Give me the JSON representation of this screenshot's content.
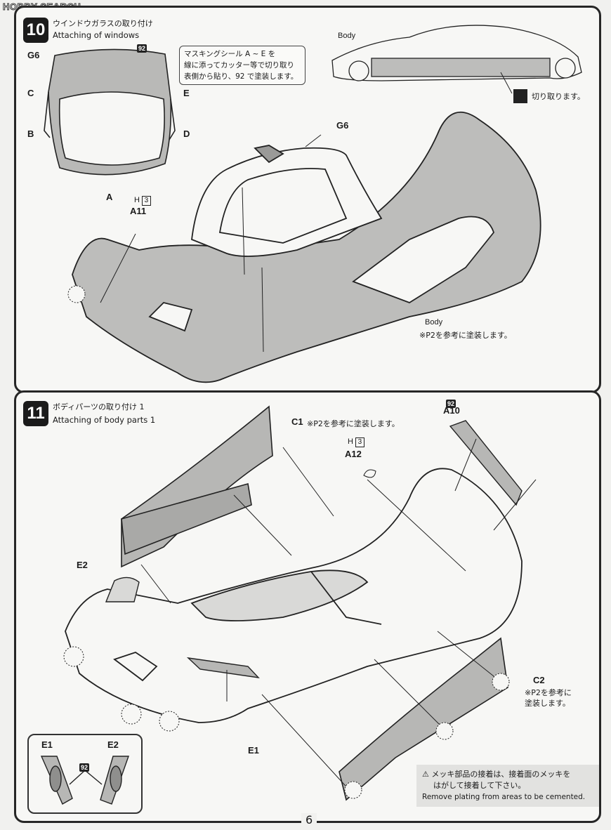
{
  "watermark": "HOBBY SEARCH",
  "page_number": "6",
  "step10": {
    "number": "10",
    "title_jp": "ウインドウガラスの取り付け",
    "title_en": "Attaching of windows",
    "glass_part": "G6",
    "glass_badge": "92",
    "mask_letters": [
      "A",
      "B",
      "C",
      "D",
      "E"
    ],
    "masking_note": [
      "マスキングシール A ~ E を",
      "線に添ってカッター等で切り取り",
      "表側から貼り、92 で塗装します。"
    ],
    "body_label": "Body",
    "cut_note": "切り取ります。",
    "h_label": "H",
    "h_num": "3",
    "a11": "A11",
    "g6_label": "G6",
    "body_label2": "Body",
    "paint_note": "※P2を参考に塗装します。"
  },
  "step11": {
    "number": "11",
    "title_jp": "ボディパーツの取り付け 1",
    "title_en": "Attaching of body parts 1",
    "c1": "C1",
    "c1_note": "※P2を参考に塗装します。",
    "a10_badge": "92",
    "a10": "A10",
    "h_label": "H",
    "h_num": "3",
    "a12": "A12",
    "e2": "E2",
    "e1": "E1",
    "c2": "C2",
    "c2_note": [
      "※P2を参考に",
      "塗装します。"
    ],
    "inset_e1": "E1",
    "inset_e2": "E2",
    "inset_badge": "92",
    "warning": [
      "メッキ部品の接着は、接着面のメッキを",
      "はがして接着して下さい。",
      "Remove plating from areas to be cemented."
    ]
  },
  "colors": {
    "panel_border": "#262626",
    "part_gray": "#b7b7b5",
    "background": "#f1f1ef"
  }
}
